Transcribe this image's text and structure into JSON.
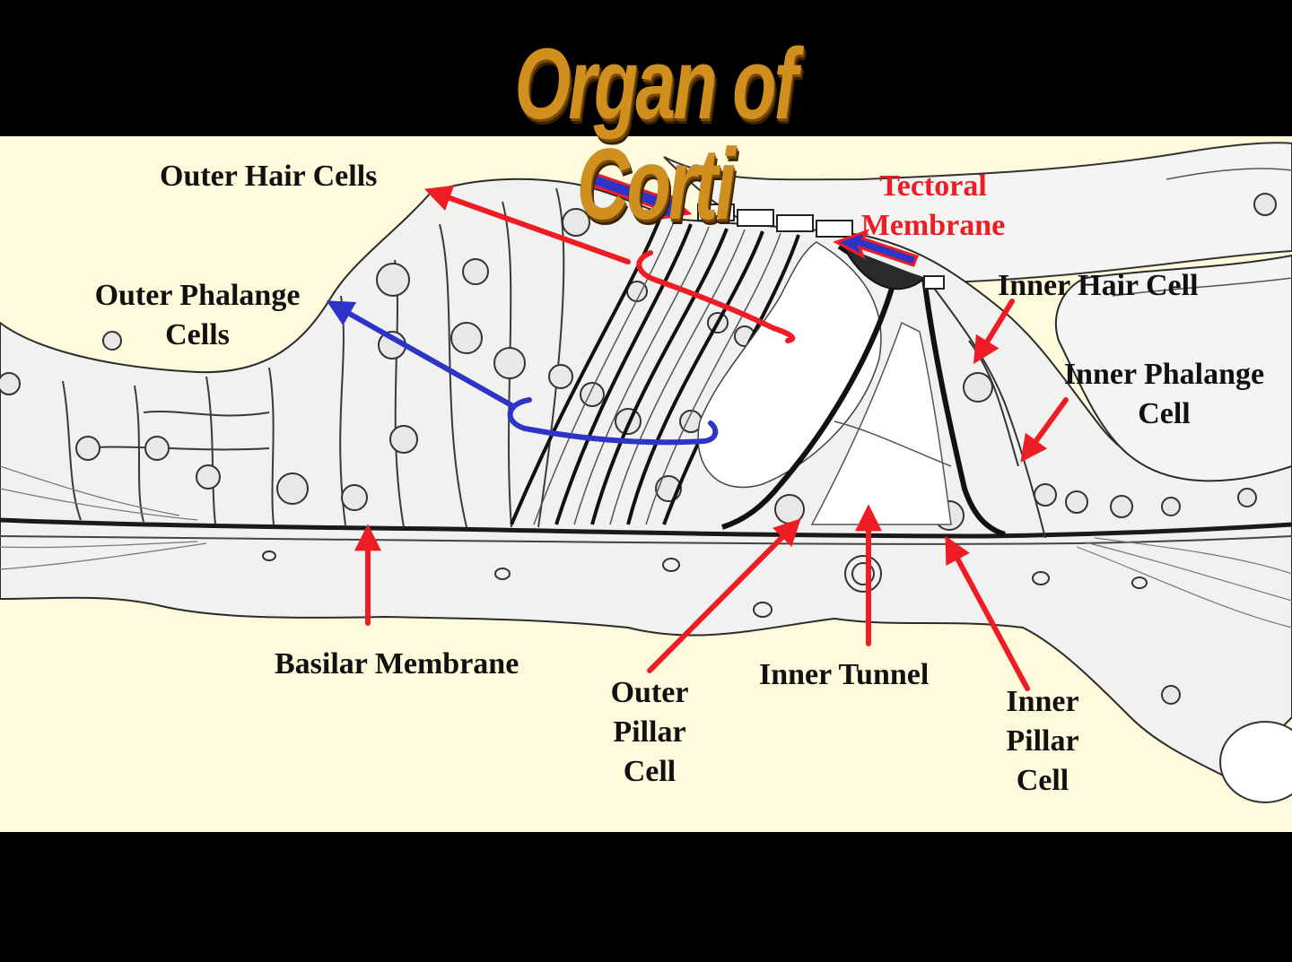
{
  "title": "Organ of Corti",
  "labels": {
    "outer_hair_cells": "Outer Hair Cells",
    "tectoral_membrane": "Tectoral\nMembrane",
    "outer_phalange_cells": "Outer Phalange\nCells",
    "inner_hair_cell": "Inner Hair Cell",
    "inner_phalange_cell": "Inner Phalange\nCell",
    "basilar_membrane": "Basilar Membrane",
    "outer_pillar_cell": "Outer\nPillar\nCell",
    "inner_tunnel": "Inner Tunnel",
    "inner_pillar_cell": "Inner\nPillar\nCell"
  },
  "colors": {
    "background": "#000000",
    "panel": "#fdfbdc",
    "tissue": "#f1f1ef",
    "red_arrow": "#ee1c24",
    "blue_arrow": "#2e35c6",
    "title": "#d18f1d"
  }
}
